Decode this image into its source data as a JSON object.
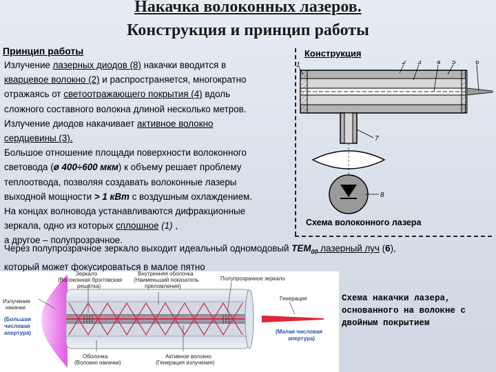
{
  "title": {
    "line1": "Накачка волоконных лазеров.",
    "line2": "Конструкция и принцип работы"
  },
  "left": {
    "heading": "Принцип работы",
    "lines": [
      [
        "Излучение ",
        {
          "u": "лазерных диодов (8)"
        },
        " накачки вводится в"
      ],
      [
        {
          "u": "кварцевое волокно (2)"
        },
        " и распространяется, многократно"
      ],
      [
        "отражаясь от ",
        {
          "u": "светоотражающего покрытия (4)"
        },
        " вдоль"
      ],
      [
        "сложного составного волокна длиной несколько метров."
      ],
      [
        "Излучение диодов накачивает ",
        {
          "u": "активное волокно"
        }
      ],
      [
        {
          "u": "сердцевины (3)."
        }
      ],
      [
        "Большое отношение площади поверхности волоконного"
      ],
      [
        "световода (",
        {
          "bi": "ø 400÷600 мкм"
        },
        ") к объему решает проблему"
      ],
      [
        "теплоотвода, позволяя создавать волоконные лазеры"
      ],
      [
        "выходной мощности ",
        {
          "bi": "> 1 кВт"
        },
        " с воздушным охлаждением."
      ],
      [
        "На концах волновода устанавливаются дифракционные"
      ],
      [
        "зеркала, одно из которых ",
        {
          "u": "сплошное"
        },
        " ",
        {
          "i": "(1)"
        },
        " ,"
      ],
      [
        "а другое – полупрозрачное."
      ]
    ]
  },
  "bottom": {
    "line1_a": "Через полупрозрачное зеркало выходит идеальный одномодовый ",
    "line1_tem": "TEM",
    "line1_sub": "00",
    "line1_b": " лазерный луч",
    "line1_c": " (",
    "line1_d": "6",
    "line1_e": "),",
    "line2": "который может фокусироваться в малое пятно"
  },
  "right": {
    "heading": "Конструкция",
    "caption": "Схема волоконного лазера",
    "diagram_numbers": [
      "1",
      "2",
      "3",
      "4",
      "5",
      "6",
      "7",
      "8"
    ]
  },
  "pump": {
    "caption": [
      "Схема накачки лазера,",
      "основанного на волокне с",
      "двойным покрытием"
    ],
    "labels": {
      "mirror": [
        "Зеркало",
        "(Волоконная брэгговская",
        "решётка)"
      ],
      "inner_cladding": [
        "Внутренняя оболочка",
        "(Наименьший показатель",
        "преломления)"
      ],
      "semi_mirror": "Полупрозрачное зеркало",
      "pump_in": [
        "Излучение",
        "накачки"
      ],
      "large_na": [
        "(Большая",
        "числовая",
        "апертура)"
      ],
      "generation": "Генерация",
      "small_na": [
        "(Малая числовая",
        "апертура)"
      ],
      "outer_cladding": [
        "Оболочка",
        "(Волокно накачки)"
      ],
      "active_fiber": [
        "Активное волокно",
        "(Генерация излучения)"
      ]
    }
  },
  "colors": {
    "gray_fill": "#a9a9a9",
    "pump_magenta": "#e55be5",
    "beam_red": "#e0263a",
    "blue_label": "#2b4fa8"
  }
}
